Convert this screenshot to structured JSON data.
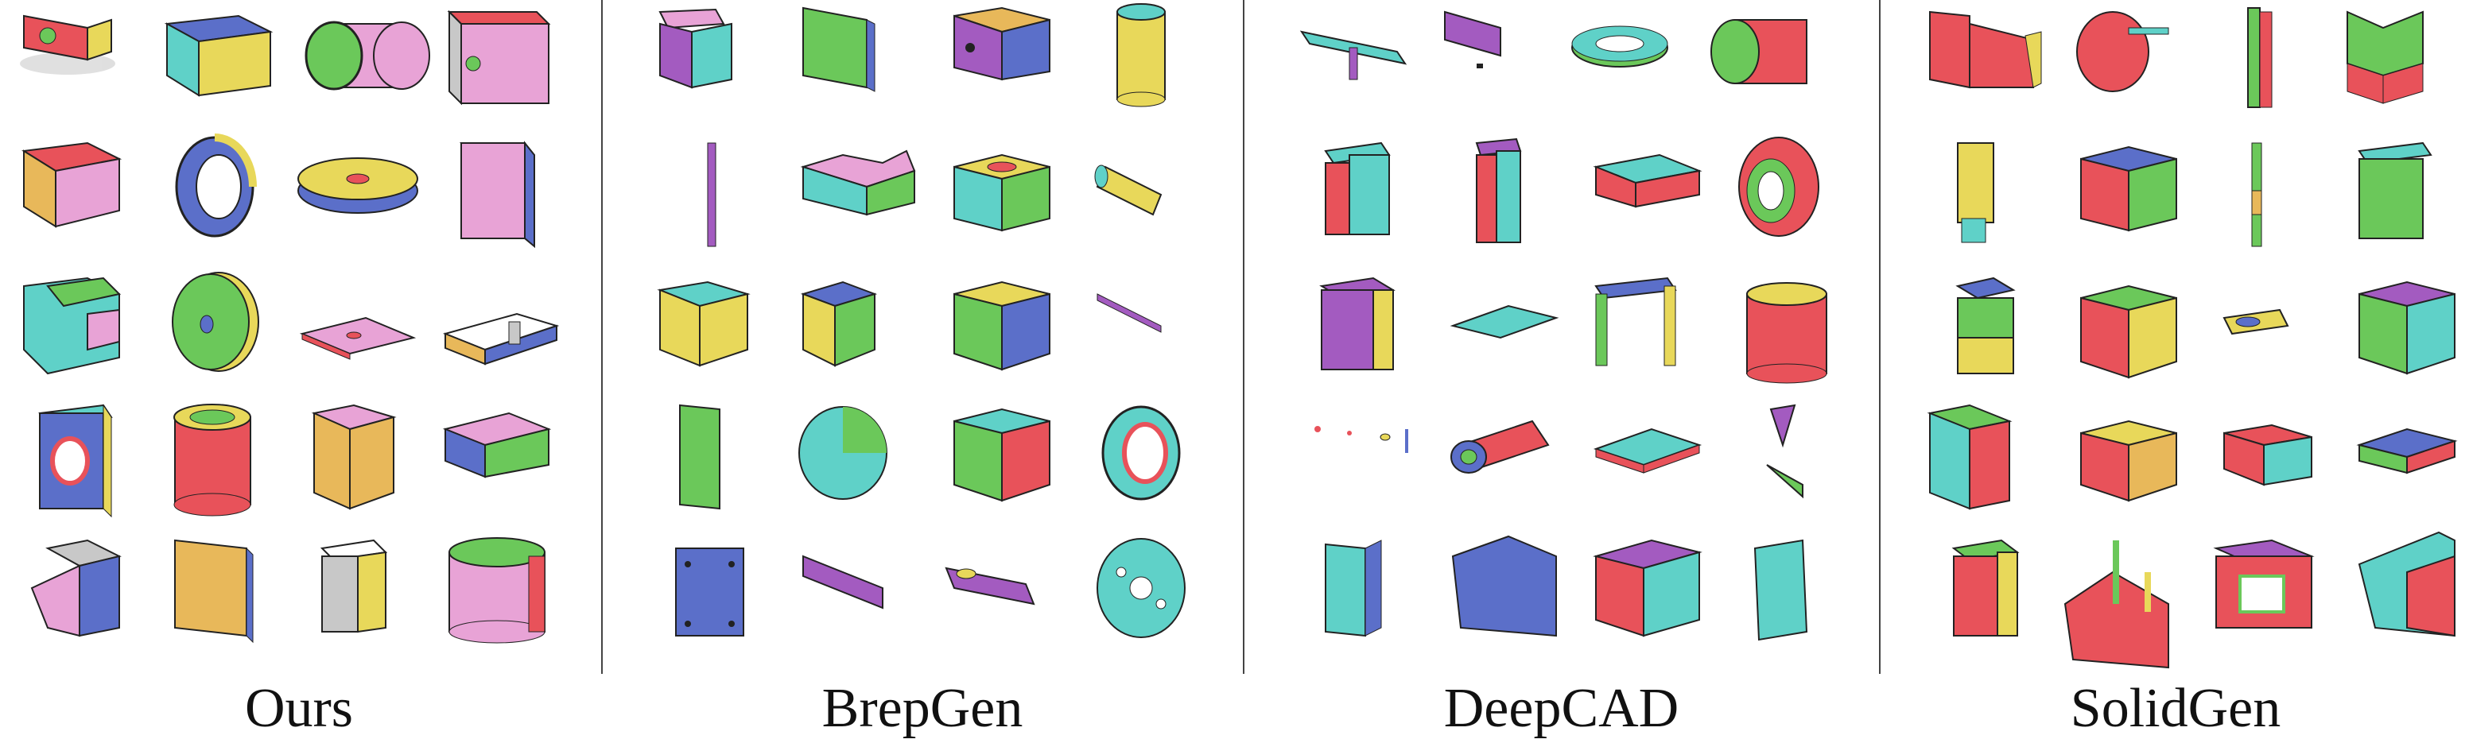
{
  "panels": [
    {
      "caption": "Ours"
    },
    {
      "caption": "BrepGen"
    },
    {
      "caption": "DeepCAD"
    },
    {
      "caption": "SolidGen"
    }
  ],
  "colors": {
    "red": "#e8525a",
    "blue": "#5b6fc9",
    "yellow": "#e8d85a",
    "green": "#6bc85a",
    "cyan": "#5fd1c8",
    "pink": "#e8a3d6",
    "purple": "#a35bc0",
    "orange": "#e8b85a",
    "grey": "#c8c8c8",
    "divider": "#444444"
  }
}
